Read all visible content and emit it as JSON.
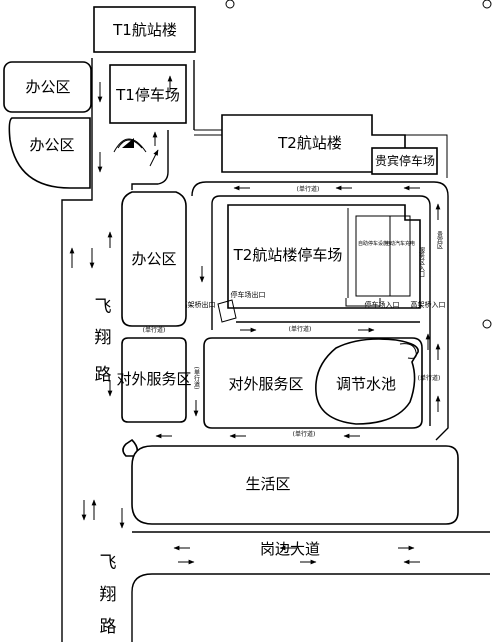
{
  "labels": {
    "t1_terminal": "T1航站楼",
    "t1_parking": "T1停车场",
    "office_top": "办公区",
    "office_mid": "办公区",
    "office_left": "办公区",
    "t2_terminal": "T2航站楼",
    "vip_parking": "贵宾停车场",
    "t2_parking": "T2航站楼停车场",
    "one_way_top": "(单行道)",
    "one_way_mid": "(单行道)",
    "one_way_left": "(单行道)",
    "one_way_right": "(单行道)",
    "one_way_bottom": "(单行道)",
    "one_way_service": "(单行道)",
    "self_service_parking": "自助停车设施",
    "mechanical_parking": "电动汽车充电",
    "vip_side_road": "贵宾区",
    "service_entry": "服务区入口",
    "elevated_exit": "高架桥出口",
    "parking_exit": "停车场出口",
    "parking_entry": "停车场入口",
    "elevated_entry": "高架桥入口",
    "external_service_left": "对外服务区",
    "external_service_main": "对外服务区",
    "pond": "调节水池",
    "living_area": "生活区",
    "avenue": "岗边大道",
    "road_upper": [
      "飞",
      "翔",
      "路"
    ],
    "road_lower": [
      "飞",
      "翔",
      "路"
    ]
  },
  "colors": {
    "line": "#000000",
    "background": "#ffffff"
  }
}
